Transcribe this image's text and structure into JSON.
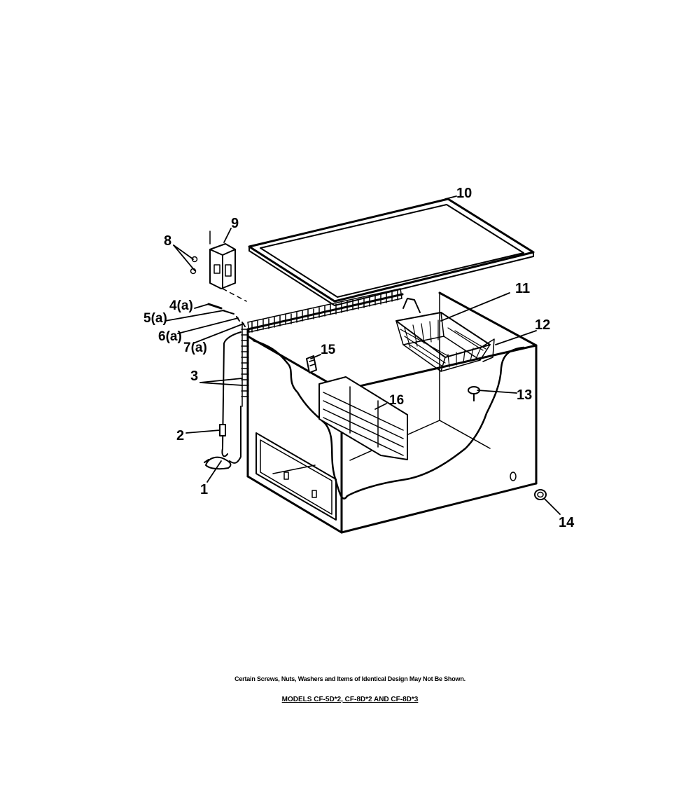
{
  "callouts": {
    "c1": "1",
    "c2": "2",
    "c3": "3",
    "c4": "4(a)",
    "c5": "5(a)",
    "c6": "6(a)",
    "c7": "7(a)",
    "c8": "8",
    "c9": "9",
    "c10": "10",
    "c11": "11",
    "c12": "12",
    "c13": "13",
    "c14": "14",
    "c15": "15",
    "c16": "16"
  },
  "footnote": "Certain Screws, Nuts, Washers and Items of Identical Design May Not Be Shown.",
  "models": "MODELS CF-5D*2, CF-8D*2 AND CF-8D*3"
}
